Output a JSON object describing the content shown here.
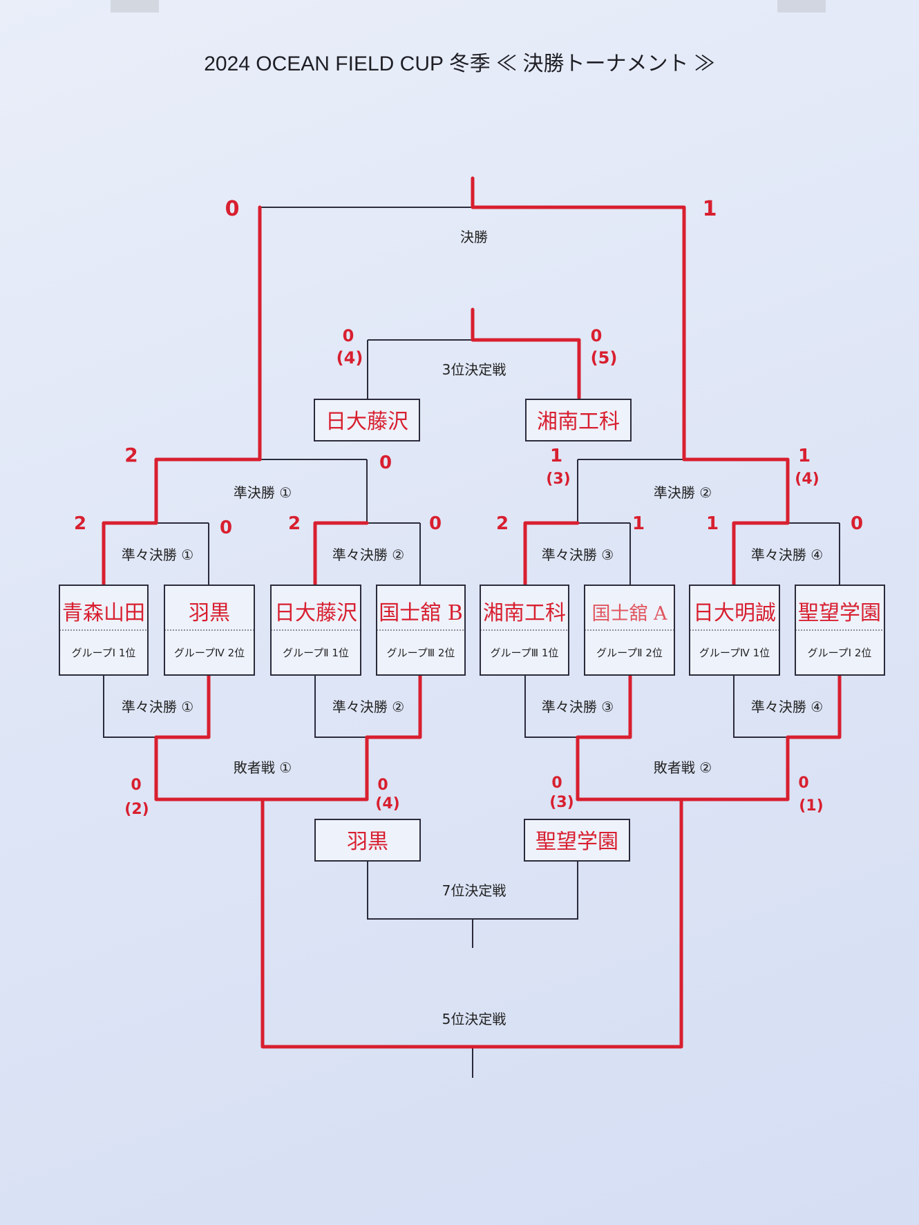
{
  "title": "2024 OCEAN FIELD CUP 冬季 ≪ 決勝トーナメント ≫",
  "rounds": {
    "final": "決勝",
    "third_place": "3位決定戦",
    "semi_1": "準決勝 ①",
    "semi_2": "準決勝 ②",
    "qf_1": "準々決勝 ①",
    "qf_2": "準々決勝 ②",
    "qf_3": "準々決勝 ③",
    "qf_4": "準々決勝 ④",
    "loser_1": "敗者戦 ①",
    "loser_2": "敗者戦 ②",
    "seventh_place": "7位決定戦",
    "fifth_place": "5位決定戦"
  },
  "teams": [
    {
      "name": "青森山田",
      "seed": "グループⅠ 1位"
    },
    {
      "name": "羽黒",
      "seed": "グループⅣ 2位"
    },
    {
      "name": "日大藤沢",
      "seed": "グループⅡ 1位"
    },
    {
      "name": "国士舘 B",
      "seed": "グループⅢ 2位"
    },
    {
      "name": "湘南工科",
      "seed": "グループⅢ 1位"
    },
    {
      "name": "国士舘 A",
      "seed": "グループⅡ 2位"
    },
    {
      "name": "日大明誠",
      "seed": "グループⅣ 1位"
    },
    {
      "name": "聖望学園",
      "seed": "グループⅠ 2位"
    }
  ],
  "placement_boxes": {
    "third_left": "日大藤沢",
    "third_right": "湘南工科",
    "seventh_left": "羽黒",
    "seventh_right": "聖望学園"
  },
  "scores": {
    "final_left": "0",
    "final_right": "1",
    "third_left": "0",
    "third_left_pk": "(4)",
    "third_right": "0",
    "third_right_pk": "(5)",
    "semi1_left": "2",
    "semi1_right": "0",
    "semi2_left": "1",
    "semi2_left_pk": "(3)",
    "semi2_right": "1",
    "semi2_right_pk": "(4)",
    "qf1_left": "2",
    "qf1_right": "0",
    "qf2_left": "2",
    "qf2_right": "0",
    "qf3_left": "2",
    "qf3_right": "1",
    "qf4_left": "1",
    "qf4_right": "0",
    "loser1_left": "0",
    "loser1_left_pk": "(2)",
    "loser1_right": "0",
    "loser1_right_pk": "(4)",
    "loser2_left": "0",
    "loser2_left_pk": "(3)",
    "loser2_right": "0",
    "loser2_right_pk": "(1)"
  },
  "colors": {
    "winner_line": "#d81f2f",
    "bracket_line": "#2a2a3a",
    "paper": "#e3e9f7"
  }
}
